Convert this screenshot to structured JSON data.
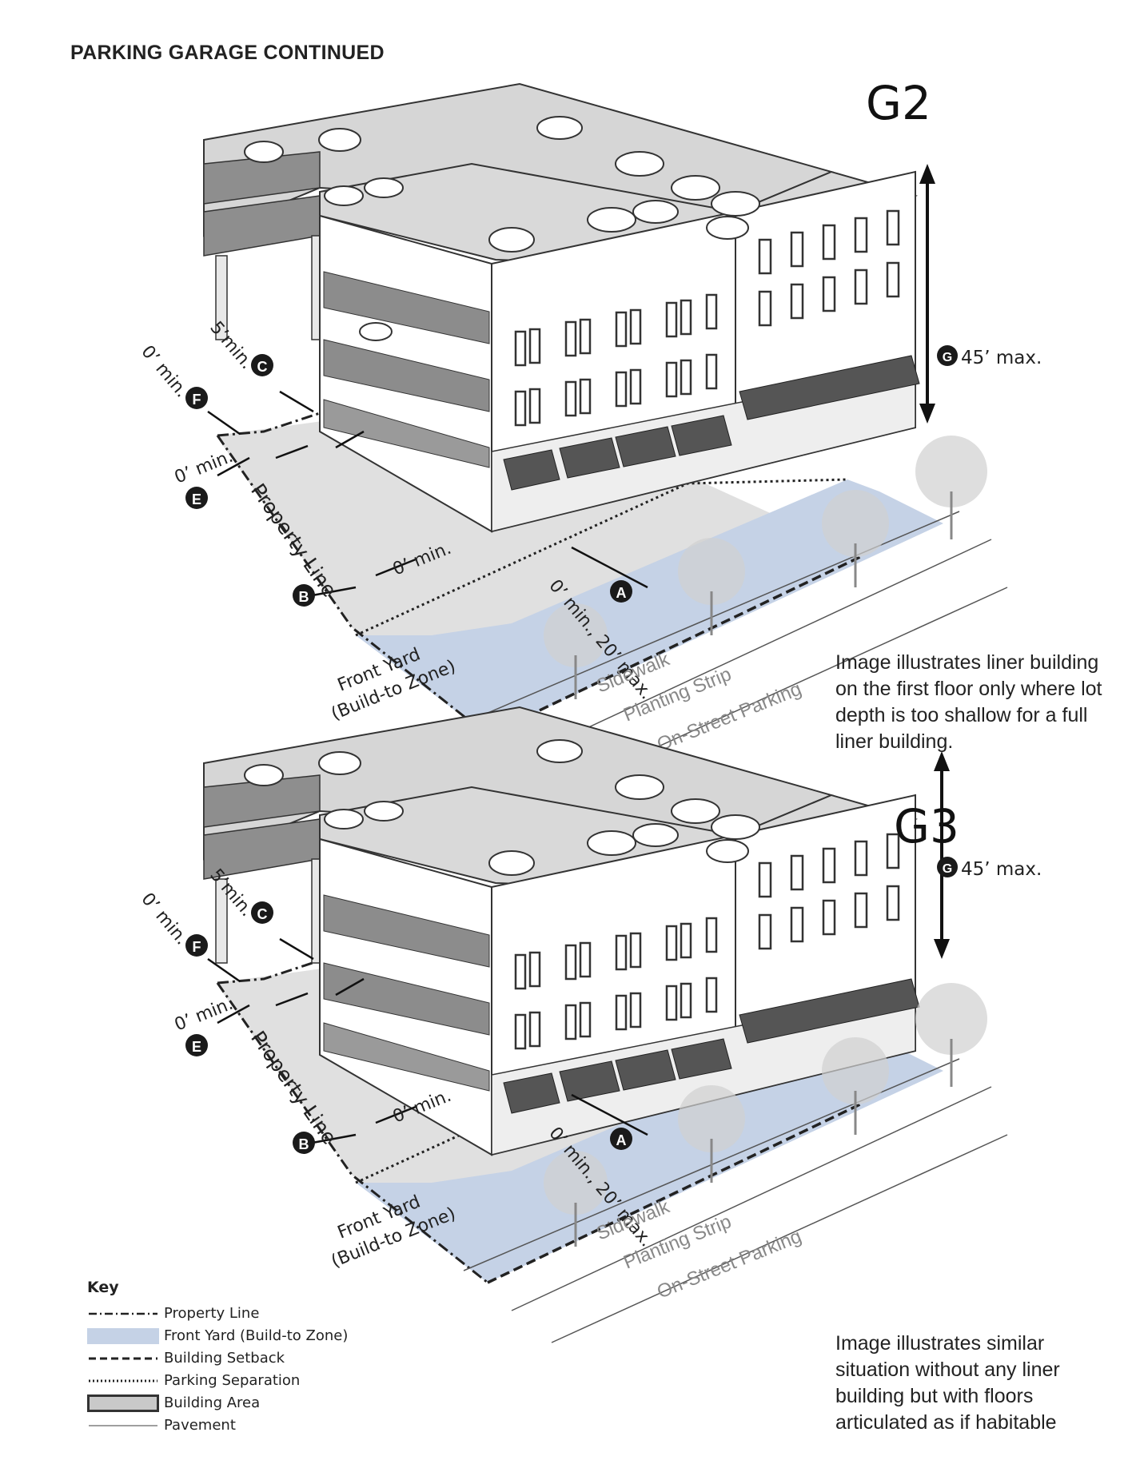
{
  "page": {
    "title": "PARKING GARAGE CONTINUED"
  },
  "diagrams": [
    {
      "id": "G2",
      "caption": "Image illustrates liner building on the first floor only where lot depth is too shallow for a full liner building.",
      "height_label": "45’ max.",
      "markers": {
        "A": "A",
        "B": "B",
        "C": "C",
        "E": "E",
        "F": "F",
        "G": "G"
      },
      "dims": {
        "c": "5’min.",
        "f": "0’ min.",
        "e": "0’ min.",
        "b": "0’ min.",
        "a": "0’ min., 20’ max."
      },
      "labels": {
        "property_line": "Property Line",
        "front_yard_1": "Front Yard",
        "front_yard_2": "(Build-to Zone)",
        "sidewalk": "Sidewalk",
        "planting_strip": "Planting Strip",
        "on_street_parking": "On-Street Parking"
      }
    },
    {
      "id": "G3",
      "caption": "Image illustrates similar situation without any liner building but with floors articulated as if habitable",
      "height_label": "45’ max.",
      "markers": {
        "A": "A",
        "B": "B",
        "C": "C",
        "E": "E",
        "F": "F",
        "G": "G"
      },
      "dims": {
        "c": "5’min.",
        "f": "0’ min.",
        "e": "0’ min.",
        "b": "0’ min.",
        "a": "0’ min., 20’ max."
      },
      "labels": {
        "property_line": "Property Line",
        "front_yard_1": "Front Yard",
        "front_yard_2": "(Build-to Zone)",
        "sidewalk": "Sidewalk",
        "planting_strip": "Planting Strip",
        "on_street_parking": "On-Street Parking"
      }
    }
  ],
  "key": {
    "title": "Key",
    "items": [
      {
        "label": "Property Line",
        "style": "dash-dot"
      },
      {
        "label": "Front Yard (Build-to Zone)",
        "style": "fill",
        "color": "#c5d2e6"
      },
      {
        "label": "Building Setback",
        "style": "dashed"
      },
      {
        "label": "Parking Separation",
        "style": "dotted"
      },
      {
        "label": "Building Area",
        "style": "box",
        "color": "#c9c9c9"
      },
      {
        "label": "Pavement",
        "style": "thin"
      }
    ]
  },
  "colors": {
    "front_yard": "#c5d2e6",
    "pavement": "#dcdcdc",
    "marker": "#1a1a1a",
    "building_face": "#ffffff",
    "building_shade": "#9e9e9e"
  }
}
